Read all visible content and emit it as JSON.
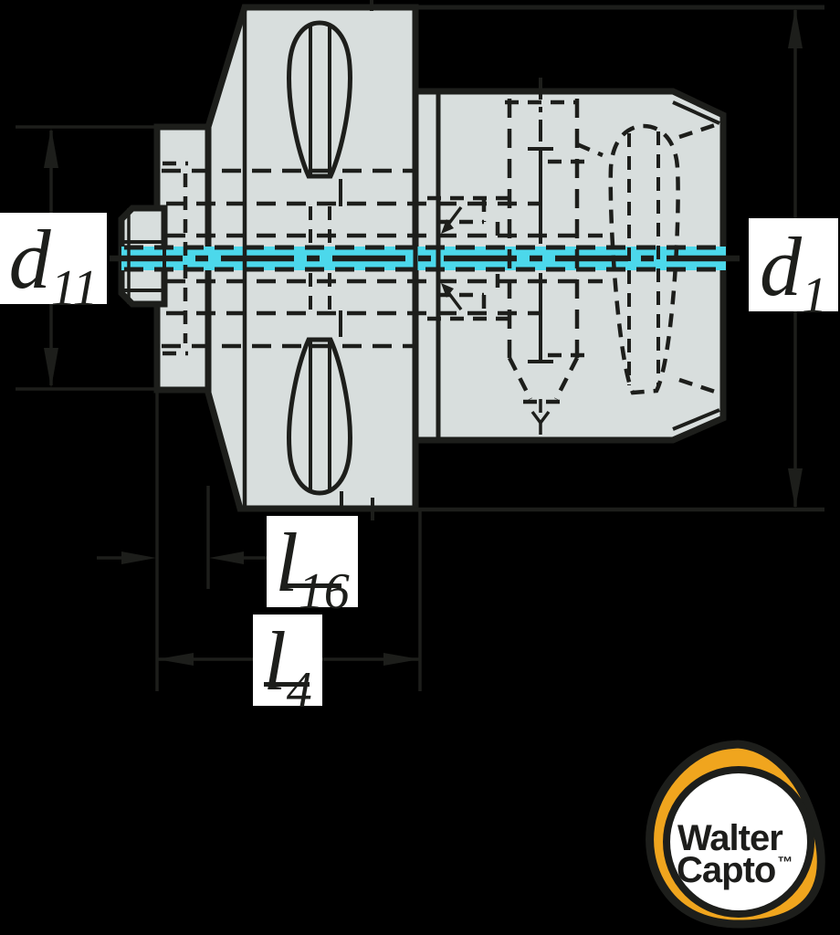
{
  "colors": {
    "background": "#000000",
    "body": "#d8dedd",
    "ink": "#1d1e1b",
    "centerline": "#4cd8eb",
    "label_bg": "#ffffff",
    "logo_orange": "#f0a51e",
    "logo_text": "#1d1d1b"
  },
  "drawing": {
    "description": "Cross-section technical drawing of a Walter Capto adapter with flange, clamping screw head, main coupling block and cylindrical receiver body; cyan highlighted center axis; hidden details shown dashed"
  },
  "dimensions": {
    "d11": {
      "base": "d",
      "sub": "11"
    },
    "d1": {
      "base": "d",
      "sub": "1"
    },
    "l16": {
      "base": "l",
      "sub": "16"
    },
    "l4": {
      "base": "l",
      "sub": "4"
    }
  },
  "logo": {
    "line1": "Walter",
    "line2": "Capto",
    "trademark": "™"
  }
}
